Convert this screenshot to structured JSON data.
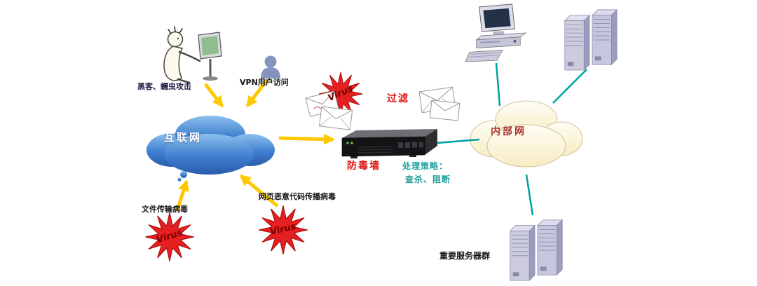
{
  "diagram": {
    "attackers": {
      "hacker_label": "黑客、蠕虫攻击",
      "vpn_label": "VPN用户访问",
      "file_virus_label": "文件传输病毒",
      "web_virus_label": "网页恶意代码传播病毒",
      "virus_label": "Virus"
    },
    "internet": {
      "label": "互联网"
    },
    "gateway": {
      "filter_label": "过滤",
      "firewall_label": "防毒墙",
      "strategy_title": "处理策略：",
      "strategy_actions": "查杀、阻断"
    },
    "intranet": {
      "label": "内部网",
      "server_group_label": "重要服务器群"
    },
    "colors": {
      "internet_cloud_fill": "#3f7fd0",
      "intranet_cloud_fill": "#fdf6d6",
      "arrow_yellow": "#ffc800",
      "link_teal": "#00a0a0",
      "virus_star_red": "#e62020",
      "alert_red": "#e01010",
      "strategy_teal": "#1f9e9e"
    }
  }
}
